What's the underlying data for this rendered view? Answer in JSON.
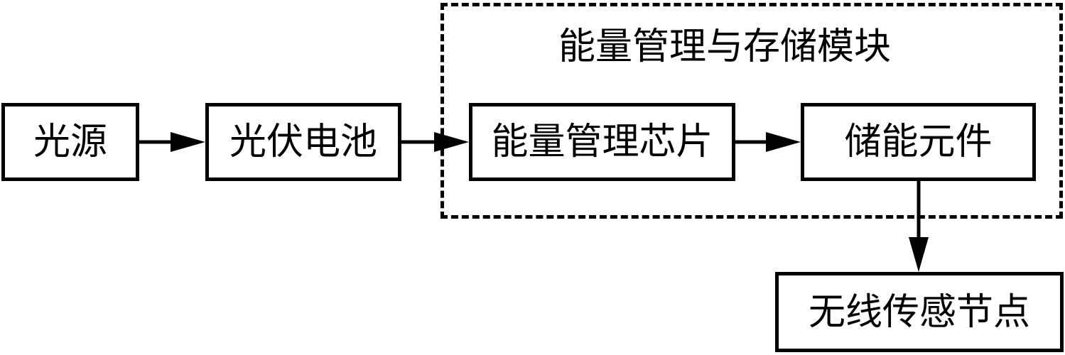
{
  "diagram": {
    "module_title": "能量管理与存储模块",
    "nodes": {
      "light_source": "光源",
      "pv_cell": "光伏电池",
      "energy_chip": "能量管理芯片",
      "storage_element": "储能元件",
      "wireless_node": "无线传感节点"
    },
    "colors": {
      "stroke": "#000000",
      "background": "#ffffff"
    }
  }
}
